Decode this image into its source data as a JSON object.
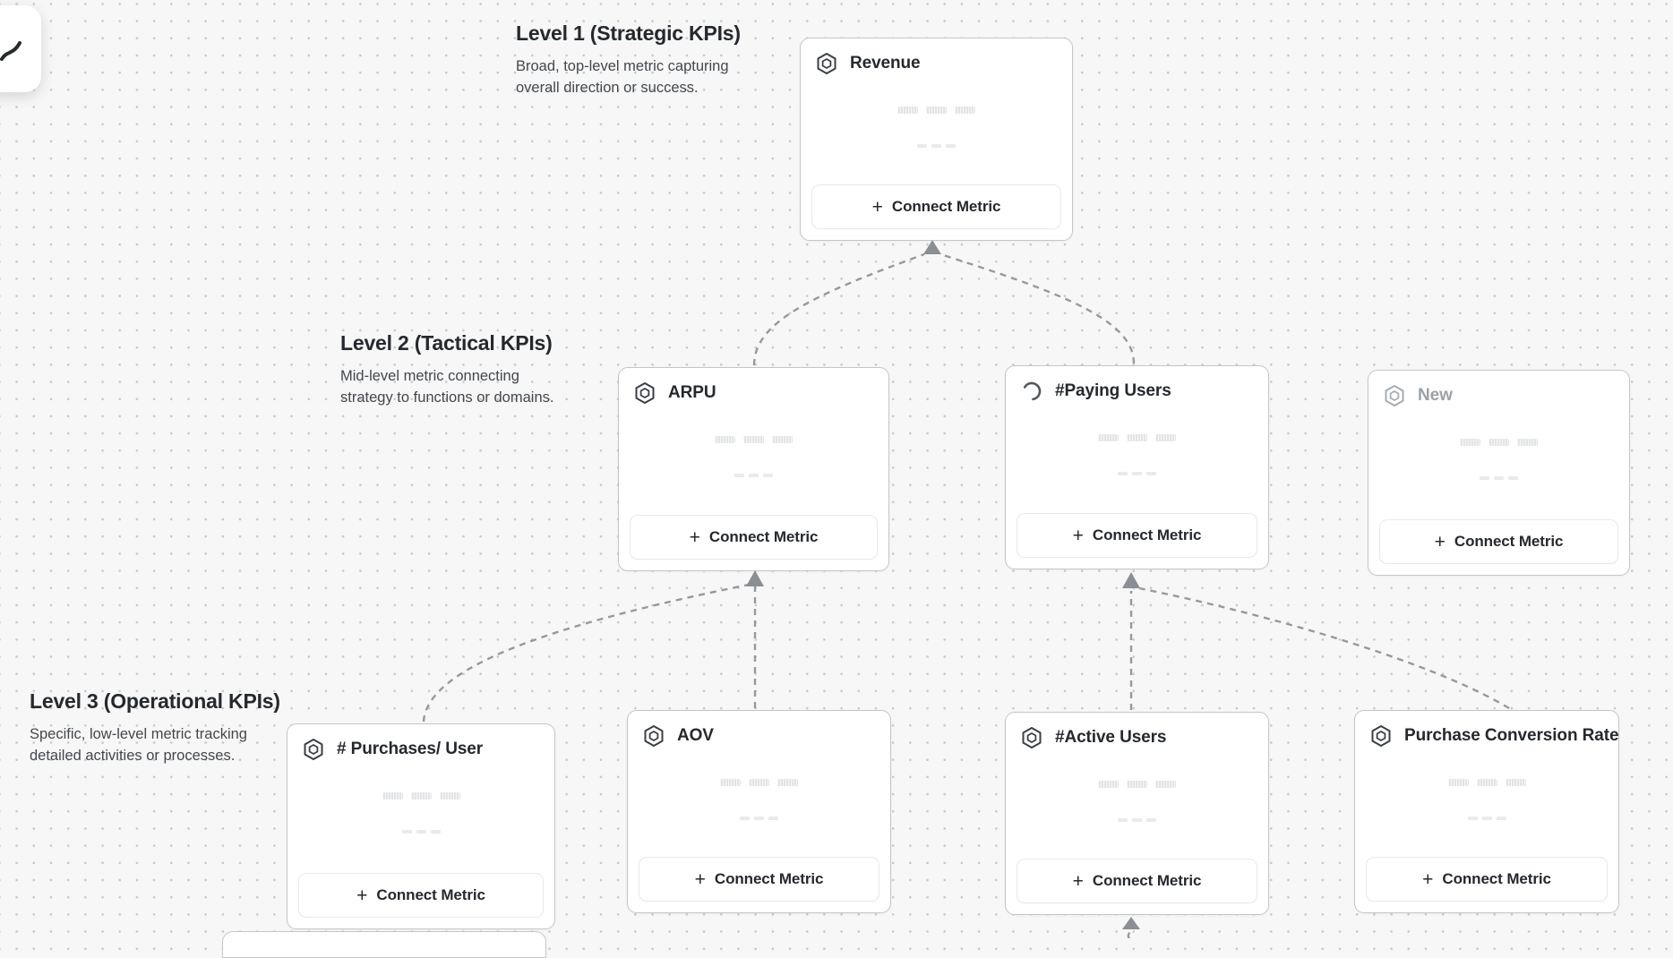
{
  "canvas": {
    "levels": [
      {
        "title": "Level 1 (Strategic KPIs)",
        "lines": [
          "Broad, top-level metric capturing",
          "overall direction or success."
        ]
      },
      {
        "title": "Level 2 (Tactical KPIs)",
        "lines": [
          "Mid-level metric connecting",
          "strategy to functions or domains."
        ]
      },
      {
        "title": "Level 3 (Operational KPIs)",
        "lines": [
          "Specific, low-level metric tracking",
          "detailed activities or processes."
        ]
      }
    ],
    "cards": [
      {
        "title": "Revenue",
        "icon": "metric-hexagon-icon",
        "state": "default",
        "level": 1
      },
      {
        "title": "ARPU",
        "icon": "metric-hexagon-icon",
        "state": "default",
        "level": 2
      },
      {
        "title": "#Paying Users",
        "icon": "spinner-icon",
        "state": "loading",
        "level": 2
      },
      {
        "title": "New",
        "icon": "metric-hexagon-icon",
        "state": "draft",
        "level": 2
      },
      {
        "title": "# Purchases/ User",
        "icon": "metric-hexagon-icon",
        "state": "default",
        "level": 3
      },
      {
        "title": "AOV",
        "icon": "metric-hexagon-icon",
        "state": "default",
        "level": 3
      },
      {
        "title": "#Active Users",
        "icon": "metric-hexagon-icon",
        "state": "default",
        "level": 3
      },
      {
        "title": "Purchase Conversion Rate",
        "icon": "metric-hexagon-icon",
        "state": "default",
        "level": 3
      }
    ],
    "connect_button": {
      "plus": "+",
      "label": "Connect Metric"
    },
    "colors": {
      "background": "#f7f7f7",
      "dot_grid": "#c7c9cb",
      "card_border": "#c3c6c8",
      "title_text": "#25292e",
      "draft_text": "#9ca1a7",
      "edge": "#96999d"
    }
  }
}
